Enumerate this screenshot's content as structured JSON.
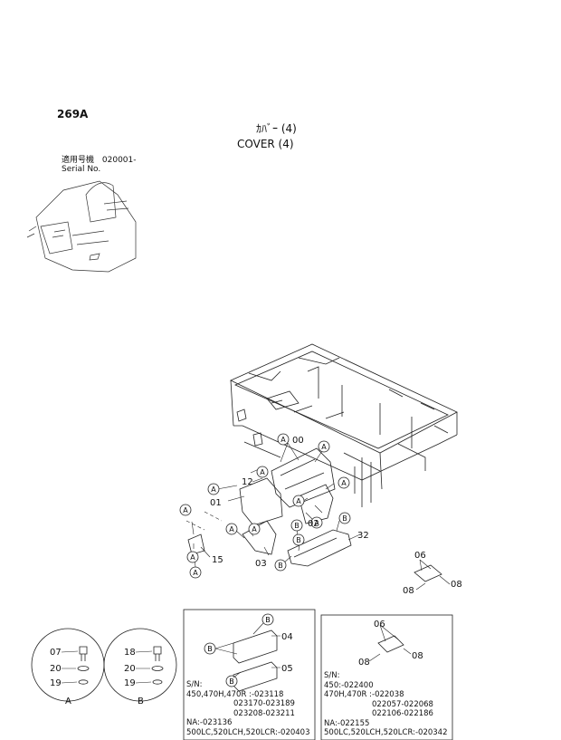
{
  "header": {
    "page_number": "269A",
    "title_jp": "ｶﾊﾞｰ (4)",
    "title_en": "COVER (4)",
    "serial_label_jp": "適用号機",
    "serial_value": "020001-",
    "serial_label_en": "Serial No."
  },
  "callouts": {
    "p00": "00",
    "p01": "01",
    "p02": "02",
    "p03": "03",
    "p12": "12",
    "p15": "15",
    "p32": "32",
    "p06": "06",
    "p08a": "08",
    "p08b": "08",
    "ref_a": "A",
    "ref_b": "B"
  },
  "detail_a": {
    "label": "A",
    "parts": [
      "07",
      "20",
      "19"
    ]
  },
  "detail_b": {
    "label": "B",
    "parts": [
      "18",
      "20",
      "19"
    ]
  },
  "box_left": {
    "parts": [
      "04",
      "05"
    ],
    "ref": "B",
    "lines": [
      "S/N:",
      "450,470H,470R :-023118",
      "023170-023189",
      "023208-023211",
      "NA:-023136",
      "500LC,520LCH,520LCR:-020403"
    ]
  },
  "box_right": {
    "parts": [
      "06",
      "08",
      "08"
    ],
    "lines": [
      "S/N:",
      "450:-022400",
      "470H,470R :-022038",
      "022057-022068",
      "022106-022186",
      "NA:-022155",
      "500LC,520LCH,520LCR:-020342"
    ]
  }
}
